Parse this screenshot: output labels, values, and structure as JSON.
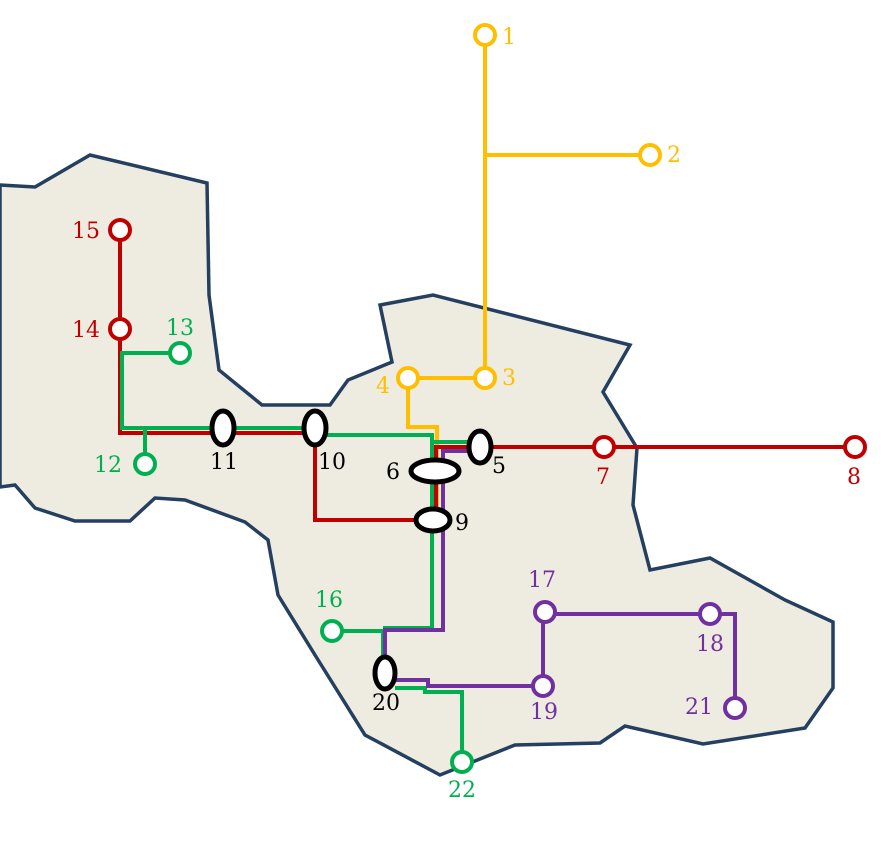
{
  "colors": {
    "yellow": "#FFBF00",
    "red": "#C00000",
    "green": "#00B050",
    "purple": "#7030A0",
    "interchange": "#000000",
    "region_fill": "#EEEBE0",
    "region_border": "#243F60"
  },
  "stations": {
    "s1": "1",
    "s2": "2",
    "s3": "3",
    "s4": "4",
    "s5": "5",
    "s6": "6",
    "s7": "7",
    "s8": "8",
    "s9": "9",
    "s10": "10",
    "s11": "11",
    "s12": "12",
    "s13": "13",
    "s14": "14",
    "s15": "15",
    "s16": "16",
    "s17": "17",
    "s18": "18",
    "s19": "19",
    "s20": "20",
    "s21": "21",
    "s22": "22"
  }
}
